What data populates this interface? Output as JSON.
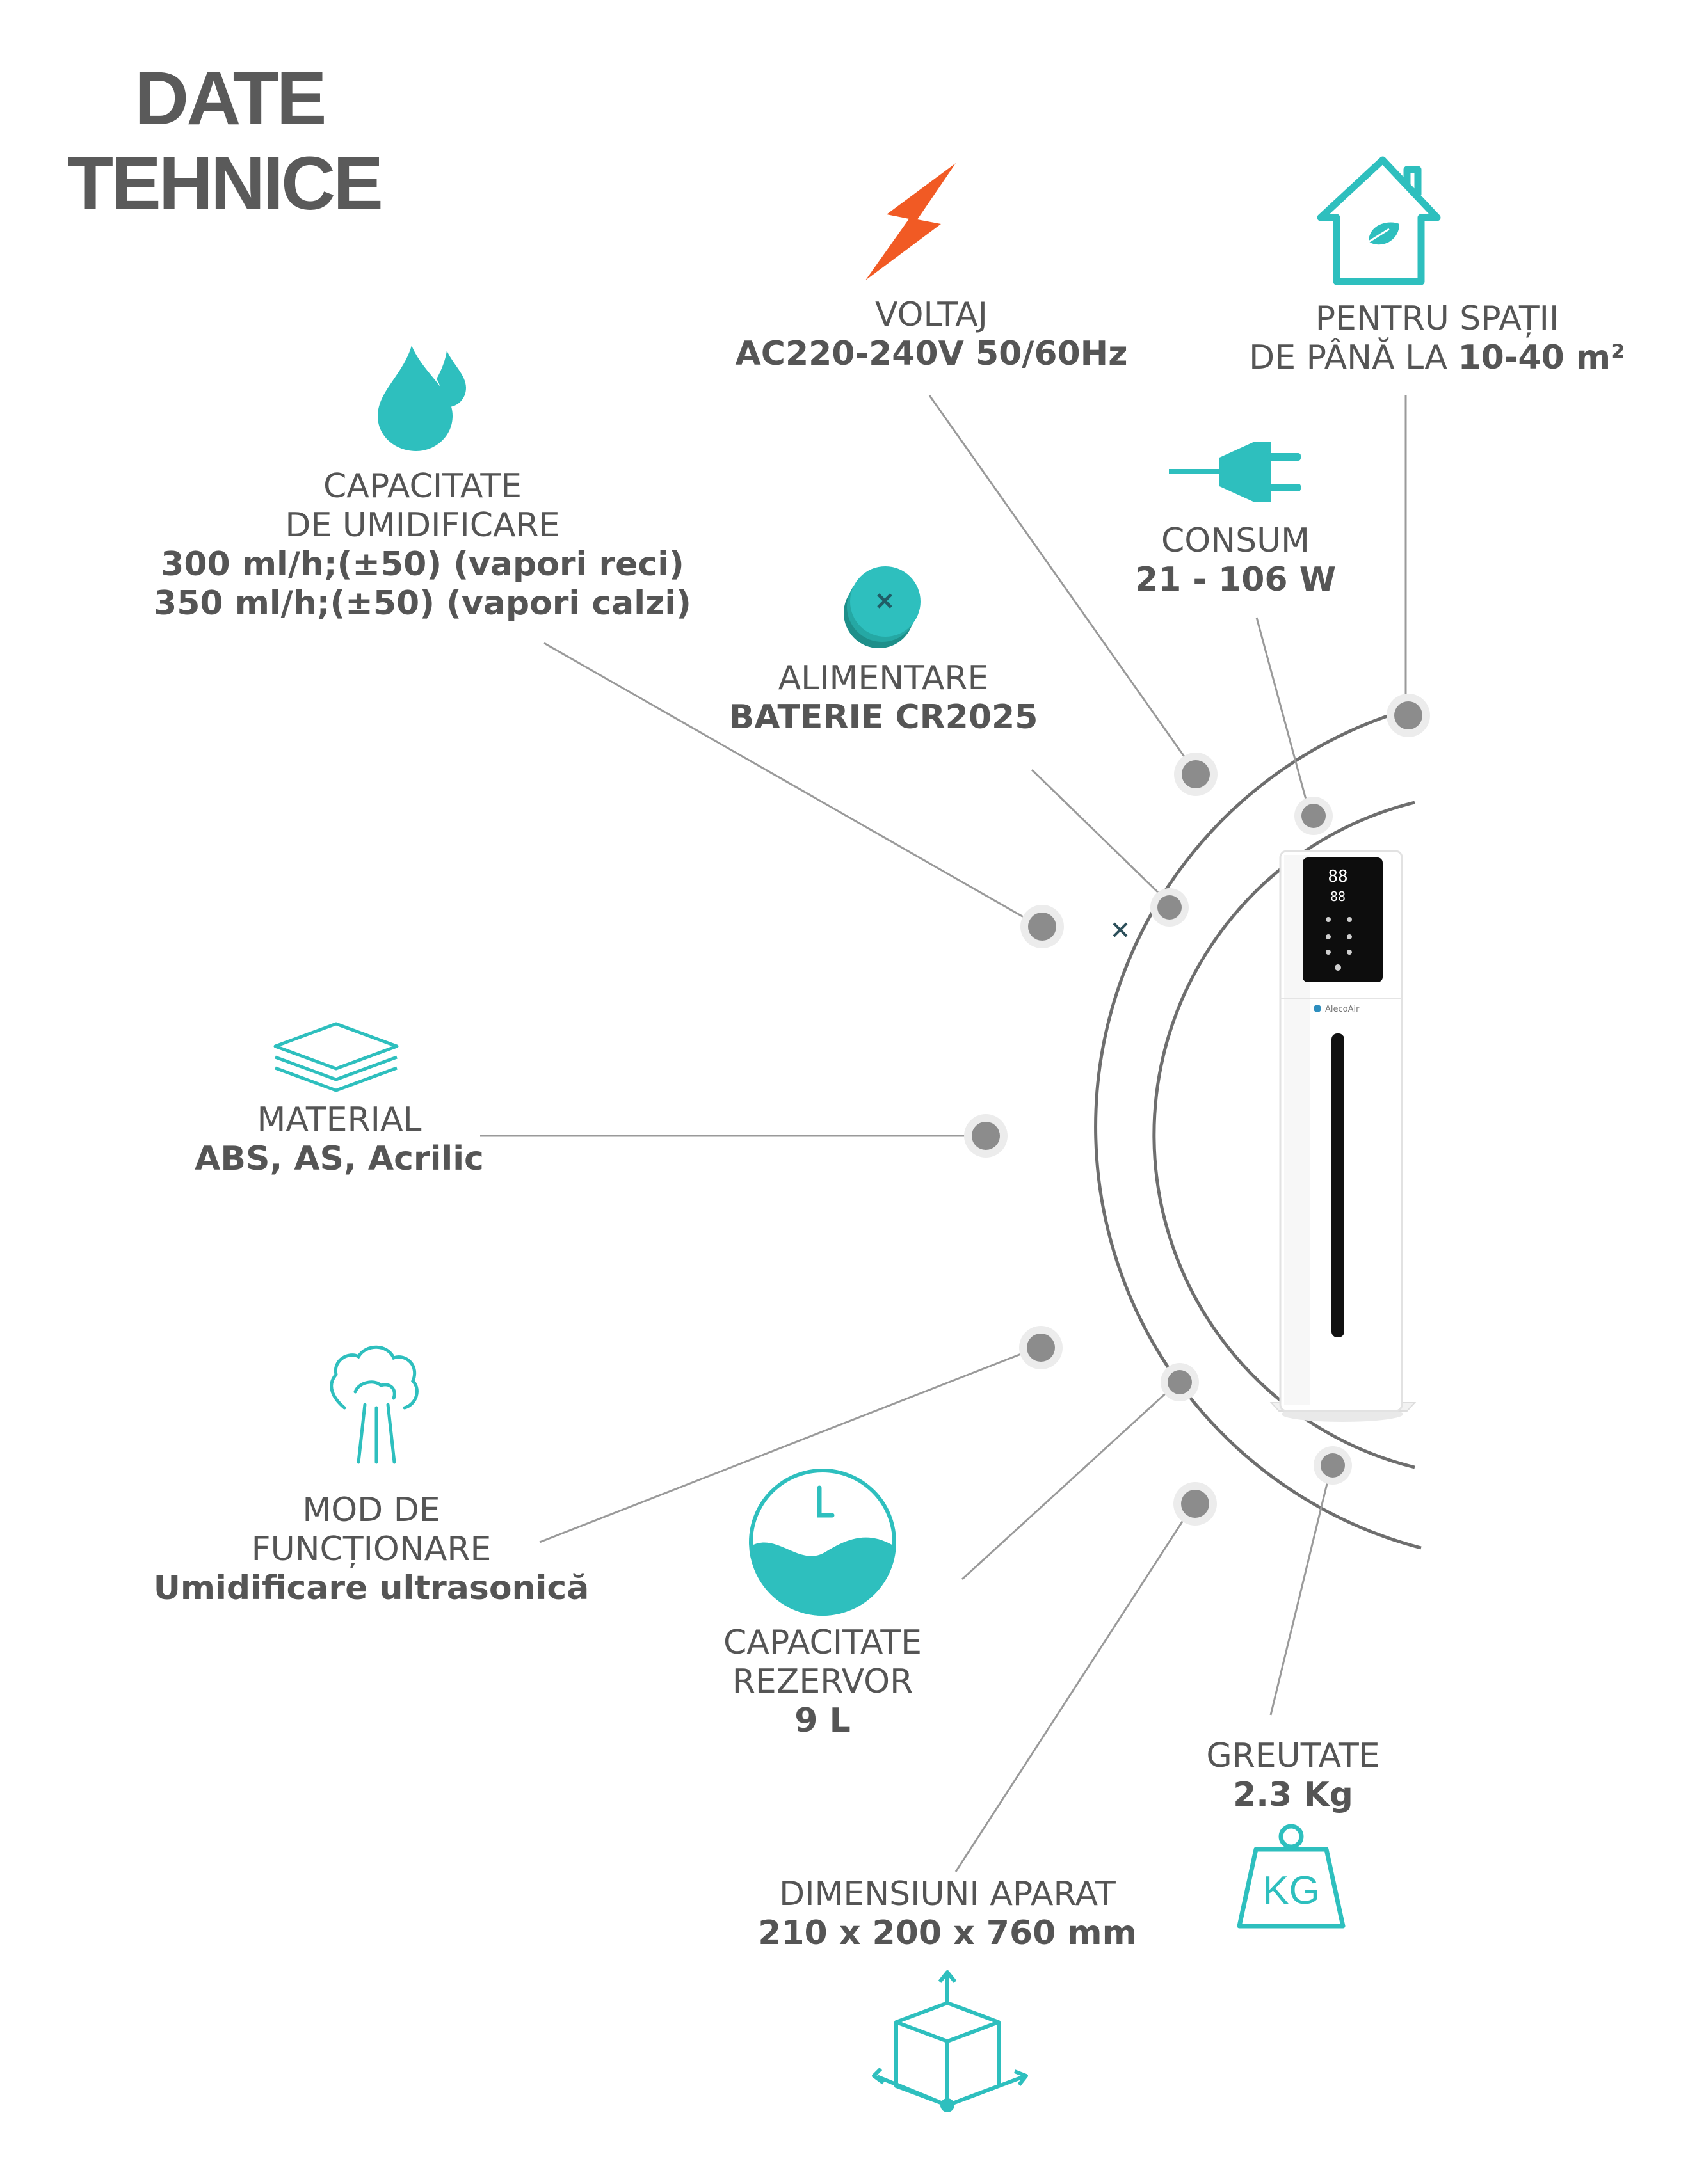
{
  "title": {
    "line1": "DATE",
    "line2": "TEHNICE"
  },
  "specs": {
    "voltaj": {
      "heading": "VOLTAJ",
      "value": "AC220-240V 50/60Hz",
      "icon": "lightning-icon"
    },
    "spatii": {
      "heading": "PENTRU SPAȚII",
      "prefix": "DE PÂNĂ LA",
      "value": "10-40 m²",
      "icon": "house-leaf-icon"
    },
    "umidificare": {
      "heading1": "CAPACITATE",
      "heading2": "DE UMIDIFICARE",
      "value1": "300 ml/h;(±50) (vapori reci)",
      "value2": "350 ml/h;(±50) (vapori calzi)",
      "icon": "water-drops-icon"
    },
    "consum": {
      "heading": "CONSUM",
      "value": "21 - 106 W",
      "icon": "plug-icon"
    },
    "alimentare": {
      "heading": "ALIMENTARE",
      "value": "BATERIE CR2025",
      "icon": "coin-battery-icon"
    },
    "material": {
      "heading": "MATERIAL",
      "value": "ABS, AS, Acrilic",
      "icon": "layers-icon"
    },
    "mod": {
      "heading1": "MOD DE",
      "heading2": "FUNCȚIONARE",
      "value": "Umidificare ultrasonică",
      "icon": "mist-icon"
    },
    "rezervor": {
      "heading1": "CAPACITATE",
      "heading2": "REZERVOR",
      "value": "9 L",
      "icon": "water-tank-icon"
    },
    "greutate": {
      "heading": "GREUTATE",
      "value": "2.3 Kg",
      "icon": "weight-kg-icon",
      "icon_text": "KG"
    },
    "dimensiuni": {
      "heading": "DIMENSIUNI APARAT",
      "value": "210 x 200 x 760 mm",
      "icon": "cube-dimensions-icon"
    }
  },
  "device": {
    "brand": "AlecoAir",
    "display_top": "88",
    "display_bottom": "88"
  },
  "colors": {
    "accent": "#2ebfbe",
    "orange": "#f15a24",
    "text": "#555555",
    "line": "#8a8a8a",
    "arc": "#6e6e6e",
    "dot": "#8c8c8c"
  }
}
